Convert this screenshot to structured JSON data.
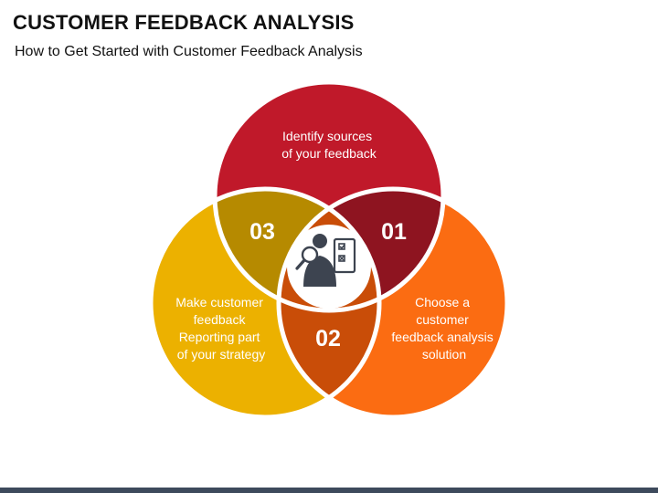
{
  "title": "CUSTOMER FEEDBACK ANALYSIS",
  "subtitle": "How to Get Started with Customer Feedback Analysis",
  "colors": {
    "top_circle": "#c0192a",
    "left_circle": "#ecb100",
    "right_circle": "#fb6c12",
    "overlap_01": "#8e1420",
    "overlap_02": "#c94d08",
    "overlap_03": "#b68a00",
    "center": "#ffffff",
    "icon": "#3d4450",
    "footer": "#3d4a5c"
  },
  "circles": [
    {
      "id": "top",
      "text": [
        "Identify sources",
        "of your feedback"
      ]
    },
    {
      "id": "right",
      "text": [
        "Choose a",
        "customer",
        "feedback analysis",
        "solution"
      ]
    },
    {
      "id": "left",
      "text": [
        "Make customer",
        "feedback",
        "Reporting part",
        "of your strategy"
      ]
    }
  ],
  "overlaps": [
    {
      "id": "01",
      "label": "01"
    },
    {
      "id": "02",
      "label": "02"
    },
    {
      "id": "03",
      "label": "03"
    }
  ],
  "center_icon": "person-with-magnifier-and-checklist-icon"
}
